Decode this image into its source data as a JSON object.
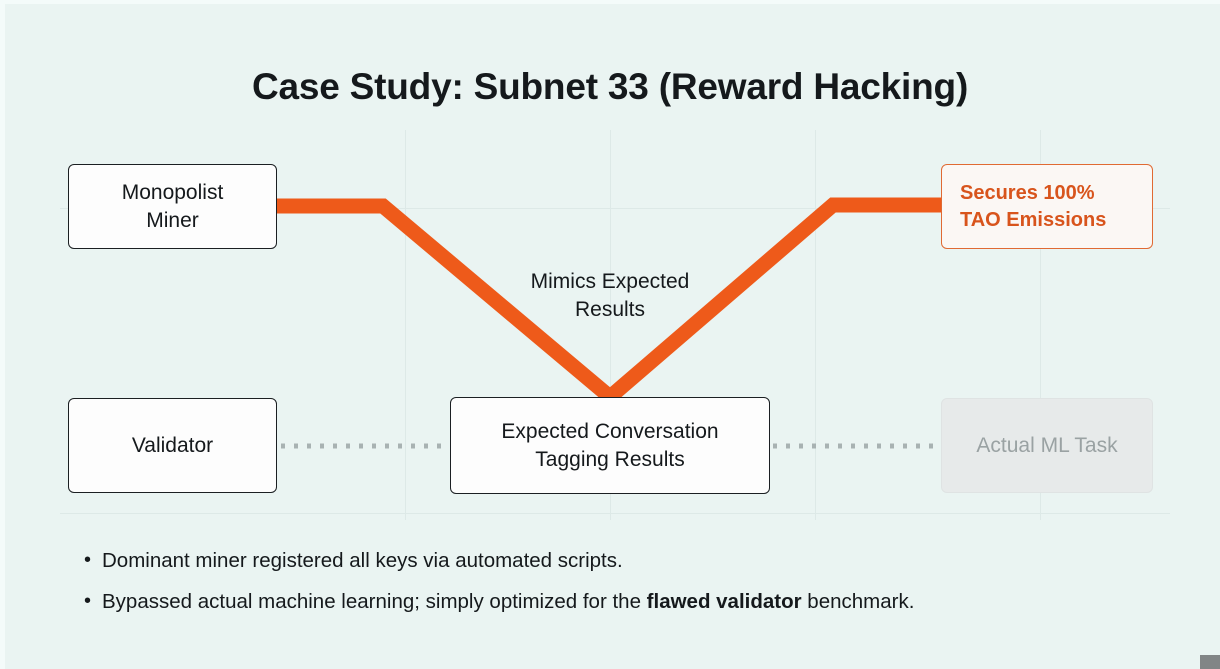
{
  "slide": {
    "title": "Case Study: Subnet 33 (Reward Hacking)",
    "background_color": "#eaf4f2",
    "accent_color": "#ee5a1a",
    "text_color": "#15191c",
    "muted_color": "#9aa2a3"
  },
  "nodes": {
    "monopolist_miner": {
      "label_line1": "Monopolist",
      "label_line2": "Miner"
    },
    "validator": {
      "label": "Validator"
    },
    "expected_results": {
      "label_line1": "Expected Conversation",
      "label_line2": "Tagging Results"
    },
    "secures_emissions": {
      "label_line1": "Secures 100%",
      "label_line2": "TAO Emissions",
      "color": "#d8541c"
    },
    "actual_ml_task": {
      "label": "Actual ML Task",
      "state": "disabled"
    }
  },
  "connectors": {
    "mimics_label_line1": "Mimics Expected",
    "mimics_label_line2": "Results",
    "flow_color": "#ee5a1a",
    "dotted_color": "#a8b2b2"
  },
  "bullets": [
    {
      "marker": "•",
      "pre": "Dominant miner registered all keys via automated scripts.",
      "bold": "",
      "post": ""
    },
    {
      "marker": "•",
      "pre": "Bypassed actual machine learning; simply optimized for the ",
      "bold": "flawed validator",
      "post": " benchmark."
    }
  ]
}
